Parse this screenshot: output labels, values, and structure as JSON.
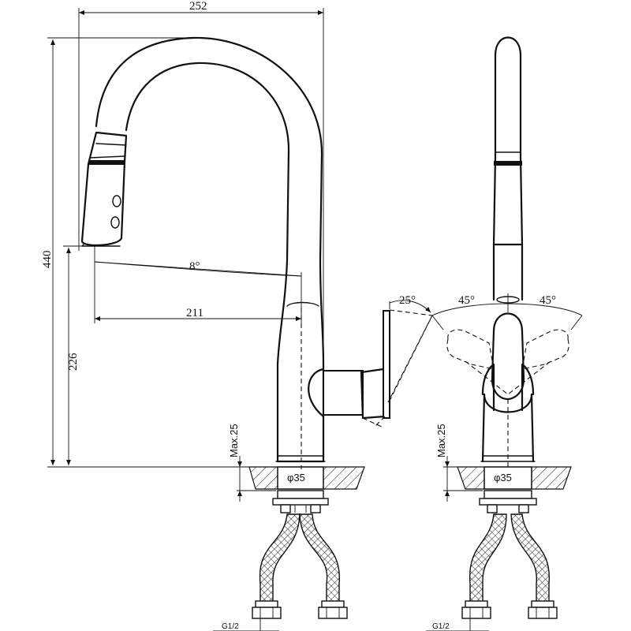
{
  "dimensions": {
    "total_width": "252",
    "total_height": "440",
    "spout_height": "226",
    "reach": "211",
    "spray_angle": "8°",
    "handle_tilt": "25°",
    "rotation_left": "45°",
    "rotation_right": "45°",
    "max_thickness_left": "Max.25",
    "max_thickness_right": "Max.25",
    "base_diameter_left": "φ35",
    "base_diameter_right": "φ35",
    "thread_left": "G1/2",
    "thread_right": "G1/2"
  }
}
